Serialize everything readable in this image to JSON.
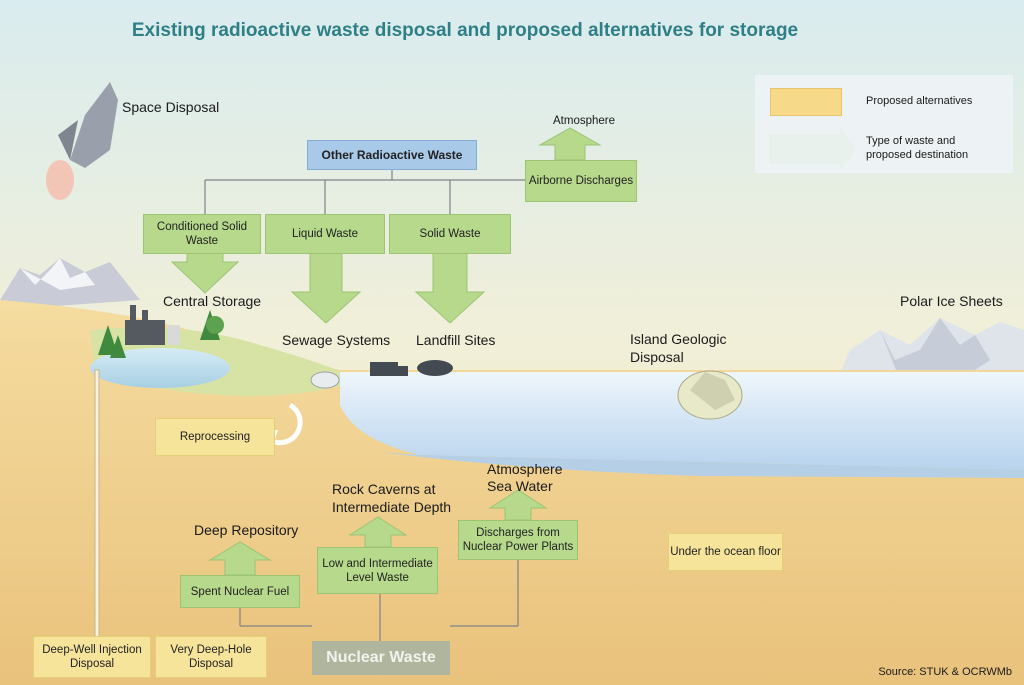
{
  "title": "Existing radioactive waste disposal and proposed alternatives for storage",
  "legend": {
    "proposed": "Proposed alternatives",
    "type": "Type of waste and proposed destination"
  },
  "labels": {
    "space_disposal": "Space Disposal",
    "atmosphere_top": "Atmosphere",
    "central_storage": "Central Storage",
    "sewage_systems": "Sewage Systems",
    "landfill_sites": "Landfill Sites",
    "island_geologic": "Island Geologic Disposal",
    "polar_ice": "Polar Ice Sheets",
    "atmosphere_sea": "Atmosphere Sea Water",
    "rock_caverns": "Rock Caverns at Intermediate Depth",
    "deep_repository": "Deep Repository",
    "source": "Source: STUK & OCRWMb"
  },
  "boxes": {
    "other_waste": "Other Radioactive Waste",
    "airborne": "Airborne Discharges",
    "conditioned": "Conditioned Solid Waste",
    "liquid": "Liquid Waste",
    "solid": "Solid Waste",
    "reprocessing": "Reprocessing",
    "discharges": "Discharges from Nuclear Power Plants",
    "low_intermediate": "Low and Intermediate Level Waste",
    "spent_fuel": "Spent Nuclear Fuel",
    "under_ocean": "Under the ocean floor",
    "deep_well": "Deep-Well Injection Disposal",
    "deep_hole": "Very Deep-Hole Disposal",
    "nuclear_waste": "Nuclear Waste"
  },
  "colors": {
    "green": "#b6d98b",
    "yellow": "#f7e49b",
    "blue": "#a9c9e8",
    "title": "#2f7f86",
    "sand": "#efcf8e"
  }
}
